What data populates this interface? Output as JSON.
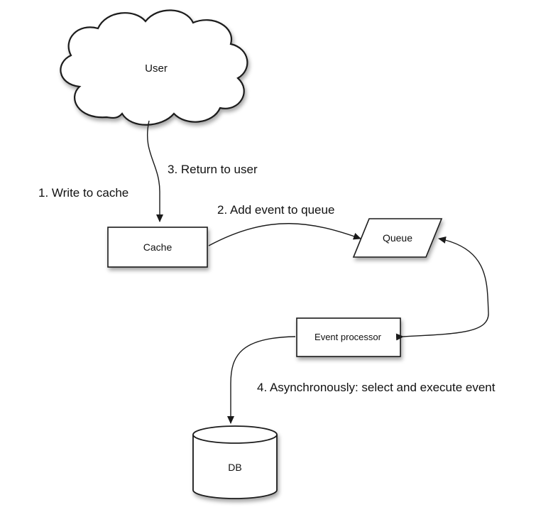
{
  "nodes": {
    "user": "User",
    "cache": "Cache",
    "queue": "Queue",
    "event_processor": "Event processor",
    "db": "DB"
  },
  "steps": {
    "write_to_cache": "1. Write to cache",
    "add_event_to_queue": "2. Add event to queue",
    "return_to_user": "3. Return to user",
    "async_execute": "4. Asynchronously: select and execute event"
  },
  "colors": {
    "stroke": "#1a1a1a",
    "fill": "#ffffff",
    "text": "#111111"
  }
}
